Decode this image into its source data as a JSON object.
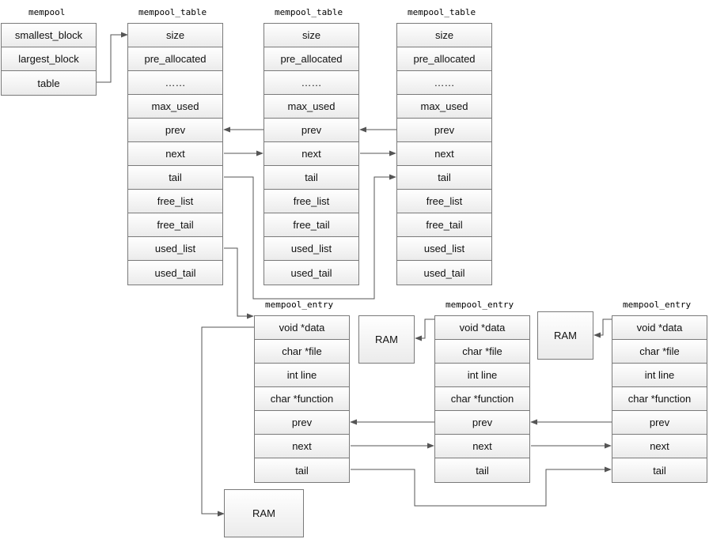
{
  "mempool": {
    "title": "mempool",
    "fields": [
      "smallest_block",
      "largest_block",
      "table"
    ]
  },
  "tables": [
    {
      "title": "mempool_table",
      "fields": [
        "size",
        "pre_allocated",
        "……",
        "max_used",
        "prev",
        "next",
        "tail",
        "free_list",
        "free_tail",
        "used_list",
        "used_tail"
      ]
    },
    {
      "title": "mempool_table",
      "fields": [
        "size",
        "pre_allocated",
        "……",
        "max_used",
        "prev",
        "next",
        "tail",
        "free_list",
        "free_tail",
        "used_list",
        "used_tail"
      ]
    },
    {
      "title": "mempool_table",
      "fields": [
        "size",
        "pre_allocated",
        "……",
        "max_used",
        "prev",
        "next",
        "tail",
        "free_list",
        "free_tail",
        "used_list",
        "used_tail"
      ]
    }
  ],
  "entries": [
    {
      "title": "mempool_entry",
      "fields": [
        "void  *data",
        "char *file",
        "int  line",
        "char  *function",
        "prev",
        "next",
        "tail"
      ]
    },
    {
      "title": "mempool_entry",
      "fields": [
        "void  *data",
        "char *file",
        "int  line",
        "char  *function",
        "prev",
        "next",
        "tail"
      ]
    },
    {
      "title": "mempool_entry",
      "fields": [
        "void  *data",
        "char *file",
        "int  line",
        "char  *function",
        "prev",
        "next",
        "tail"
      ]
    }
  ],
  "ram_labels": [
    "RAM",
    "RAM",
    "RAM"
  ],
  "colors": {
    "border": "#7a7a7a",
    "arrow": "#555555",
    "cell_top": "#ffffff",
    "cell_bottom": "#ebebeb"
  }
}
